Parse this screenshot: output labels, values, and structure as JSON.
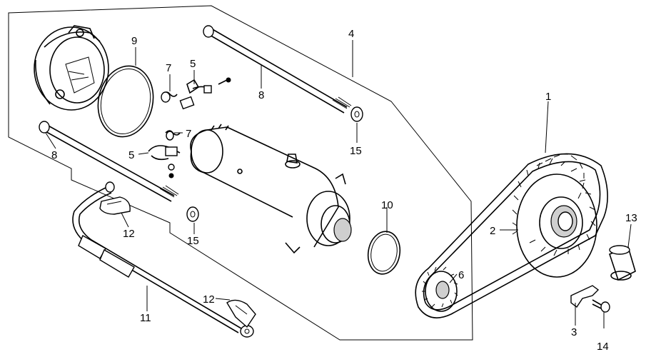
{
  "diagram": {
    "callouts": {
      "n1": "1",
      "n2": "2",
      "n3": "3",
      "n4": "4",
      "n5a": "5",
      "n5b": "5",
      "n6": "6",
      "n7a": "7",
      "n7b": "7",
      "n8a": "8",
      "n8b": "8",
      "n9": "9",
      "n10": "10",
      "n11": "11",
      "n12a": "12",
      "n12b": "12",
      "n13": "13",
      "n14": "14",
      "n15a": "15",
      "n15b": "15"
    }
  }
}
